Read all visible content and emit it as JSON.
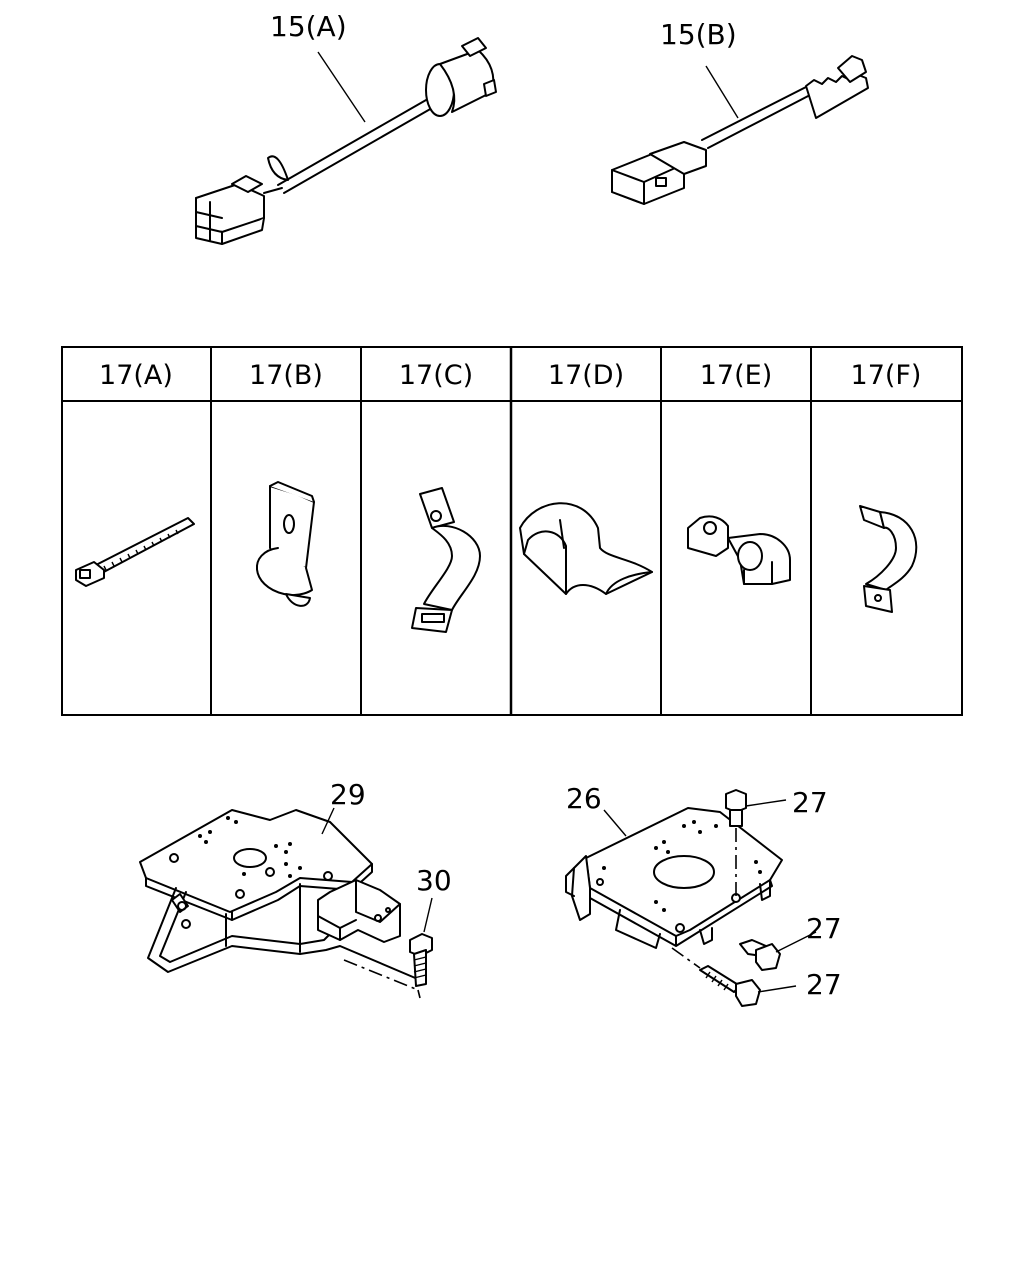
{
  "callouts": {
    "part_15a": "15(A)",
    "part_15b": "15(B)",
    "part_26": "26",
    "part_27_top": "27",
    "part_27_mid": "27",
    "part_27_bottom": "27",
    "part_29": "29",
    "part_30": "30"
  },
  "clip_table": {
    "headers": [
      "17(A)",
      "17(B)",
      "17(C)",
      "17(D)",
      "17(E)",
      "17(F)"
    ]
  }
}
